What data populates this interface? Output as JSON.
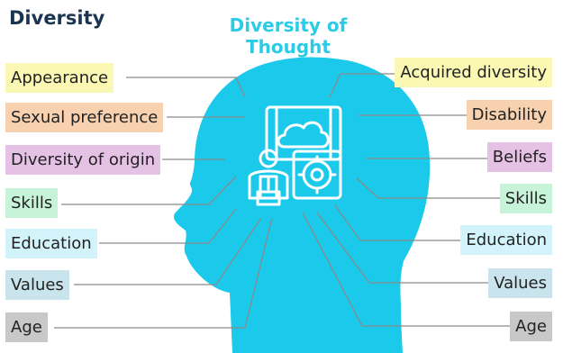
{
  "heading": "Diversity",
  "center_title": [
    "Diversity of",
    "Thought"
  ],
  "colors": {
    "head": "#1bc9ea",
    "title": "#2ccbe6",
    "heading": "#1b3550",
    "line": "#8a8a8a",
    "icon_stroke": "#ffffff"
  },
  "left_labels": [
    {
      "text": "Appearance",
      "color": "#fbf8b3"
    },
    {
      "text": "Sexual preference",
      "color": "#f7d1b0"
    },
    {
      "text": "Diversity of origin",
      "color": "#e5c2e5"
    },
    {
      "text": "Skills",
      "color": "#c7f3d9"
    },
    {
      "text": "Education",
      "color": "#d3f3fb"
    },
    {
      "text": "Values",
      "color": "#c9e4ec"
    },
    {
      "text": "Age",
      "color": "#c8c8c8"
    }
  ],
  "right_labels": [
    {
      "text": "Acquired diversity",
      "color": "#fbf8b3"
    },
    {
      "text": "Disability",
      "color": "#f7d1b0"
    },
    {
      "text": "Beliefs",
      "color": "#e5c2e5"
    },
    {
      "text": "Skills",
      "color": "#c7f3d9"
    },
    {
      "text": "Education",
      "color": "#d3f3fb"
    },
    {
      "text": "Values",
      "color": "#c9e4ec"
    },
    {
      "text": "Age",
      "color": "#c8c8c8"
    }
  ],
  "icons": [
    "cloud-monitor-icon",
    "person-icon",
    "gear-icon"
  ]
}
